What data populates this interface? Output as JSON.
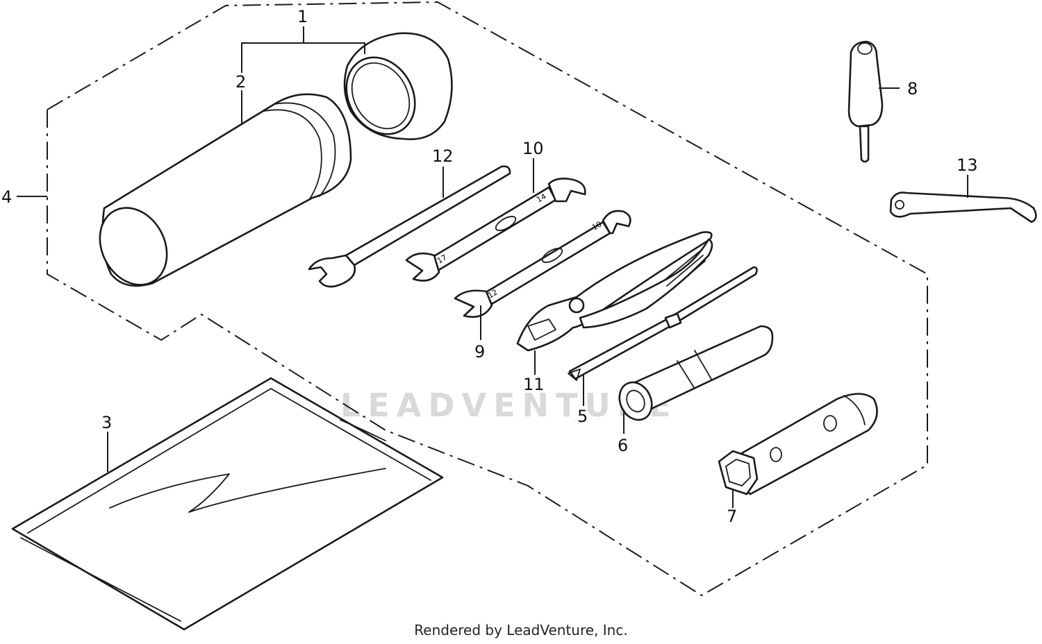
{
  "diagram": {
    "callouts": [
      {
        "id": "1",
        "label": "1"
      },
      {
        "id": "2",
        "label": "2"
      },
      {
        "id": "3",
        "label": "3"
      },
      {
        "id": "4",
        "label": "4"
      },
      {
        "id": "5",
        "label": "5"
      },
      {
        "id": "6",
        "label": "6"
      },
      {
        "id": "7",
        "label": "7"
      },
      {
        "id": "8",
        "label": "8"
      },
      {
        "id": "9",
        "label": "9"
      },
      {
        "id": "10",
        "label": "10"
      },
      {
        "id": "11",
        "label": "11"
      },
      {
        "id": "12",
        "label": "12"
      },
      {
        "id": "13",
        "label": "13"
      }
    ],
    "watermark": "LEADVENTURE",
    "credit": "Rendered by LeadVenture, Inc."
  }
}
